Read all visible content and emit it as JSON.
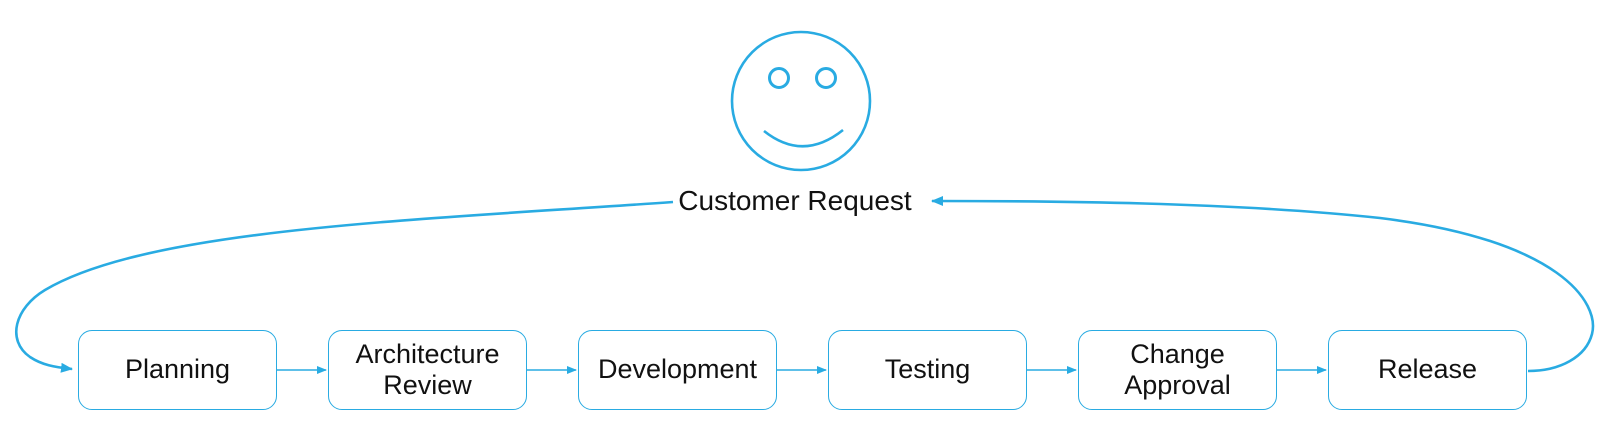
{
  "colors": {
    "accent": "#29ABE2",
    "text": "#111111",
    "background": "#ffffff"
  },
  "actor": {
    "icon": "smiley-face-icon",
    "label": "Customer Request"
  },
  "steps": [
    {
      "label": "Planning"
    },
    {
      "label": "Architecture Review"
    },
    {
      "label": "Development"
    },
    {
      "label": "Testing"
    },
    {
      "label": "Change Approval"
    },
    {
      "label": "Release"
    }
  ],
  "flow": {
    "type": "cycle",
    "sequence": [
      "Customer Request",
      "Planning",
      "Architecture Review",
      "Development",
      "Testing",
      "Change Approval",
      "Release",
      "Customer Request"
    ]
  }
}
